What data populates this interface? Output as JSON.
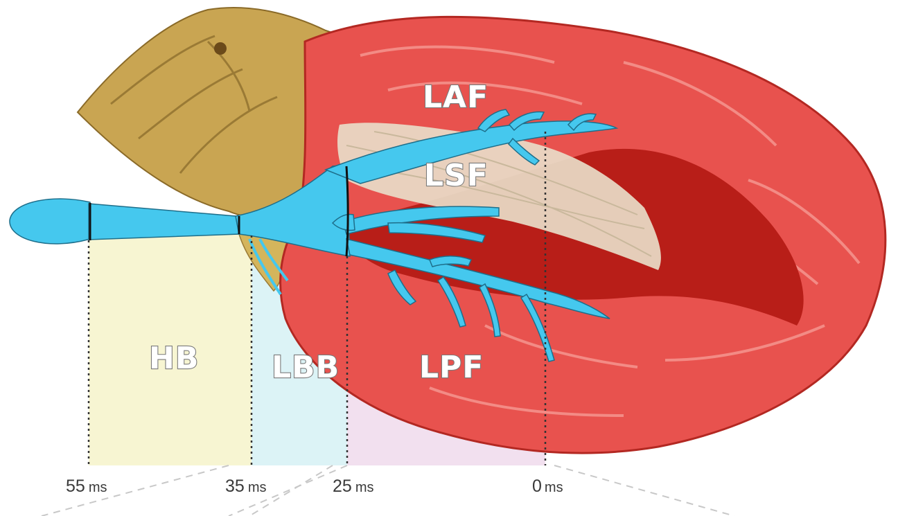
{
  "labels": {
    "laf": "LAF",
    "lsf": "LSF",
    "lpf": "LPF",
    "hb": "HB",
    "lbb": "LBB"
  },
  "timings": [
    {
      "value": "55",
      "unit": "ms"
    },
    {
      "value": "35",
      "unit": "ms"
    },
    {
      "value": "25",
      "unit": "ms"
    },
    {
      "value": "0",
      "unit": "ms"
    }
  ],
  "colors": {
    "conduction_system": "#45c8ee",
    "myocardium": "#e8524e",
    "myocardium_dark": "#b81e18",
    "atrial_tissue": "#c9a552",
    "hb_zone": "#f7f5d2",
    "lbb_zone": "#dcf3f6",
    "lpf_zone": "#f2e0ef"
  },
  "icons": {
    "heart_illustration": "heart-cross-section-illustration"
  }
}
